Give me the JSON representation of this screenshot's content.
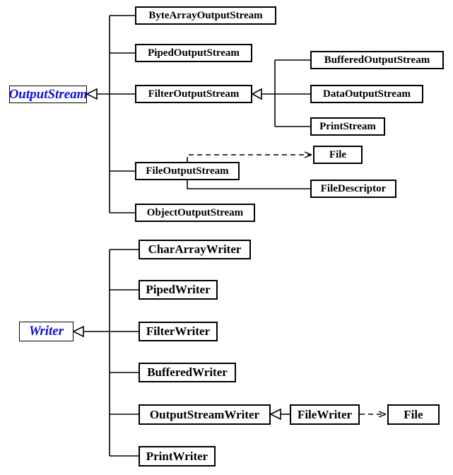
{
  "output_stream_tree": {
    "root": "OutputStream",
    "children": {
      "byte_array_output_stream": "ByteArrayOutputStream",
      "piped_output_stream": "PipedOutputStream",
      "filter_output_stream": "FilterOutputStream",
      "file_output_stream": "FileOutputStream",
      "object_output_stream": "ObjectOutputStream"
    },
    "filter_children": {
      "buffered_output_stream": "BufferedOutputStream",
      "data_output_stream": "DataOutputStream",
      "print_stream": "PrintStream"
    },
    "file_output_stream_deps": {
      "file": "File",
      "file_descriptor": "FileDescriptor"
    }
  },
  "writer_tree": {
    "root": "Writer",
    "children": {
      "char_array_writer": "CharArrayWriter",
      "piped_writer": "PipedWriter",
      "filter_writer": "FilterWriter",
      "buffered_writer": "BufferedWriter",
      "output_stream_writer": "OutputStreamWriter",
      "print_writer": "PrintWriter"
    },
    "output_stream_writer_child": "FileWriter",
    "file_writer_dep": "File"
  },
  "colors": {
    "abstract_class_text": "#1010d8",
    "line": "#000000"
  }
}
